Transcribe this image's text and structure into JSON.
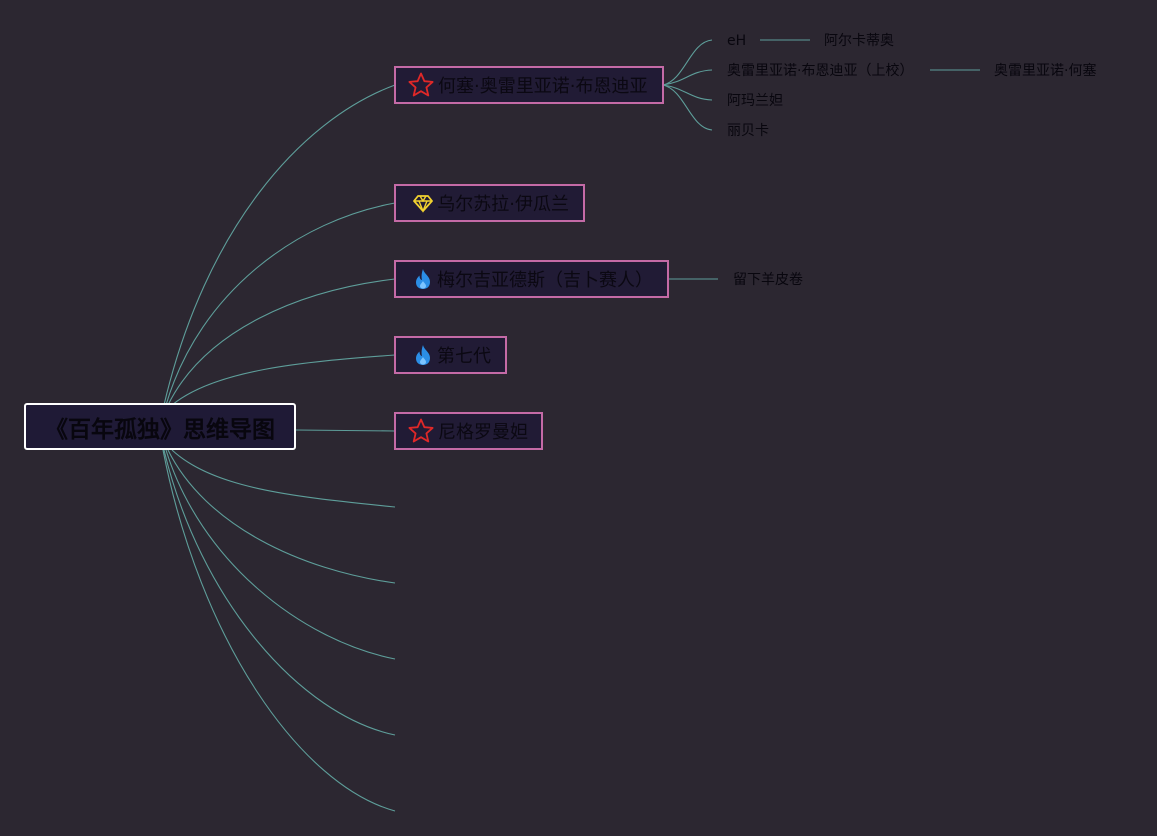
{
  "root": {
    "title": "《百年孤独》思维导图"
  },
  "branches": [
    {
      "label": "何塞·奥雷里亚诺·布恩迪亚",
      "icon": "red-star-icon",
      "children": [
        {
          "label": "eH",
          "child": "阿尔卡蒂奥"
        },
        {
          "label": "奥雷里亚诺·布恩迪亚（上校）",
          "child": "奥雷里亚诺·何塞"
        },
        {
          "label": "阿玛兰妲"
        },
        {
          "label": "丽贝卡"
        }
      ]
    },
    {
      "label": "乌尔苏拉·伊瓜兰",
      "icon": "yellow-diamond-icon"
    },
    {
      "label": "梅尔吉亚德斯（吉卜赛人）",
      "icon": "blue-flame-icon",
      "children": [
        {
          "label": "留下羊皮卷"
        }
      ]
    },
    {
      "label": "第七代",
      "icon": "blue-flame-icon"
    },
    {
      "label": "尼格罗曼妲",
      "icon": "red-star-icon"
    }
  ],
  "colors": {
    "background": "#2c2731",
    "connector": "#5e9e9a",
    "node_border": "#c46aa6",
    "node_fill": "#211b35",
    "root_border": "#ffffff",
    "star": "#e02828",
    "diamond": "#f2d230",
    "flame": "#2b8ee6"
  }
}
